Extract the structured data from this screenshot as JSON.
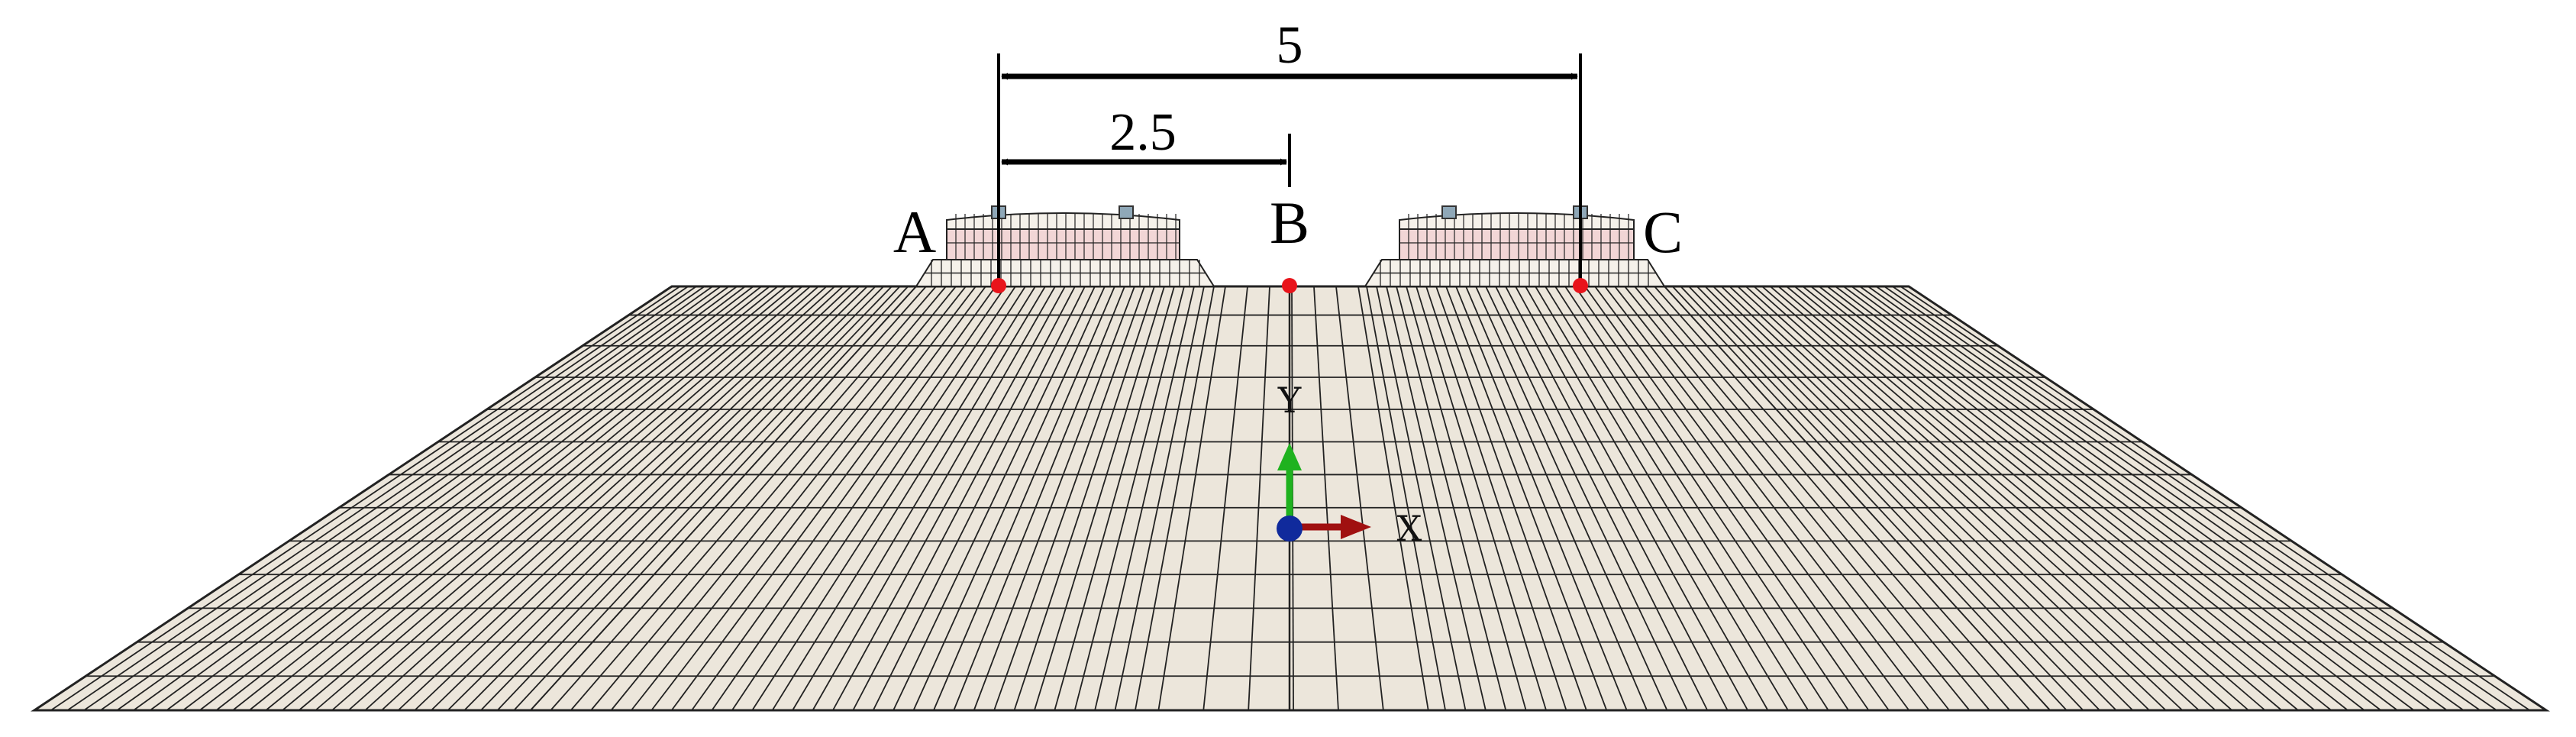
{
  "dimensions": {
    "total": "5",
    "half": "2.5"
  },
  "points": [
    {
      "id": "A",
      "label": "A"
    },
    {
      "id": "B",
      "label": "B"
    },
    {
      "id": "C",
      "label": "C"
    }
  ],
  "axes": {
    "x_label": "X",
    "y_label": "Y"
  },
  "colors": {
    "mesh_fill": "#ece6db",
    "mesh_line": "#222222",
    "ballast_fill": "#f5f1ea",
    "sleeper_fill": "#f2d6d6",
    "marker": "#e8141b",
    "axis_x": "#a01010",
    "axis_y": "#1fb21f",
    "origin": "#102a9c"
  }
}
